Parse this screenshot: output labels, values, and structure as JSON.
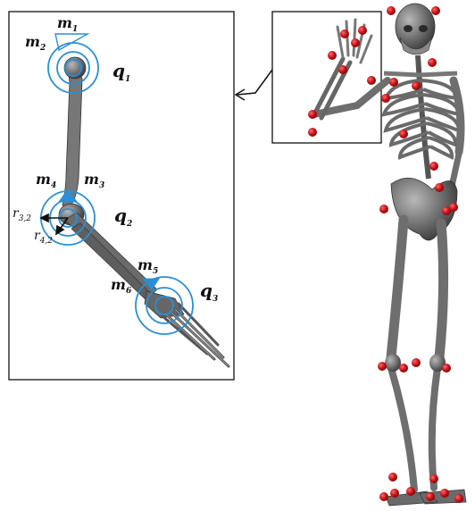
{
  "figure": {
    "detail_panel": {
      "joints": [
        {
          "label": "q",
          "sub": "1"
        },
        {
          "label": "q",
          "sub": "2"
        },
        {
          "label": "q",
          "sub": "3"
        }
      ],
      "markers": [
        {
          "label": "m",
          "sub": "1"
        },
        {
          "label": "m",
          "sub": "2"
        },
        {
          "label": "m",
          "sub": "3"
        },
        {
          "label": "m",
          "sub": "4"
        },
        {
          "label": "m",
          "sub": "5"
        },
        {
          "label": "m",
          "sub": "6"
        }
      ],
      "vectors": [
        {
          "label": "r",
          "sub": "3,2"
        },
        {
          "label": "r",
          "sub": "4,2"
        }
      ]
    },
    "colors": {
      "joint_circles": "#2a8fd6",
      "markers": "#c8141a",
      "bone": "#6e6e6e",
      "frame": "#111111"
    }
  }
}
